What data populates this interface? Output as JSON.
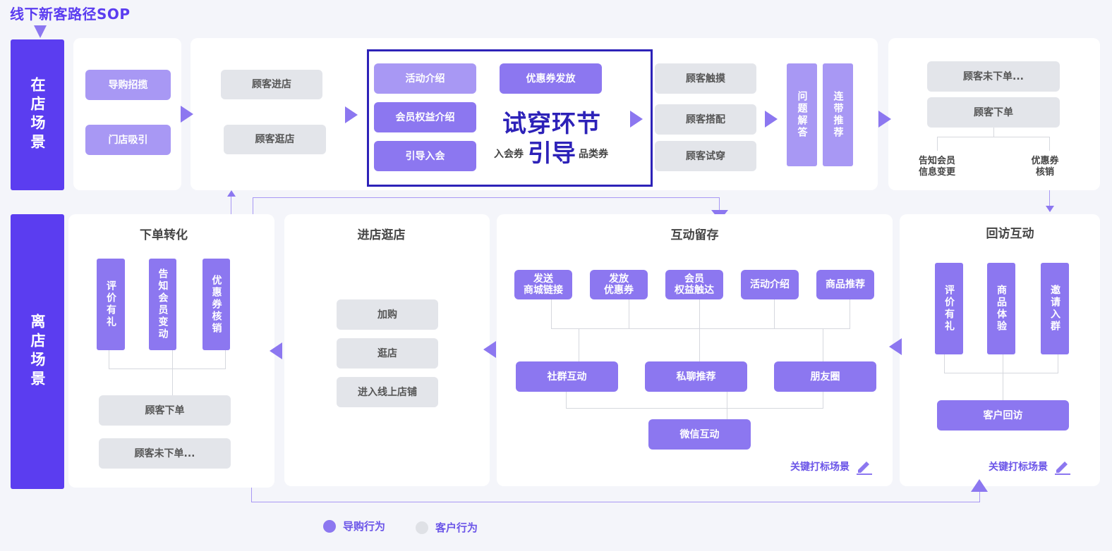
{
  "title": "线下新客路径SOP",
  "sidebar": {
    "in_store": "在店场景",
    "off_store": "离店场景"
  },
  "top": {
    "p1": [
      "导购招揽",
      "门店吸引"
    ],
    "p2": [
      "顾客进店",
      "顾客逛店"
    ],
    "trial": {
      "left": [
        "活动介绍",
        "会员权益介绍",
        "引导入会"
      ],
      "coupon": "优惠券发放",
      "big1": "试穿环节",
      "big2": "引导",
      "left_small": "入会券",
      "right_small": "品类券"
    },
    "p3": [
      "顾客触摸",
      "顾客搭配",
      "顾客试穿"
    ],
    "p4": [
      "问题解答",
      "连带推荐"
    ],
    "p5": {
      "boxes": [
        "顾客未下单...",
        "顾客下单"
      ],
      "labels": [
        "告知会员\n信息变更",
        "优惠券\n核销"
      ]
    }
  },
  "bottom": {
    "order": {
      "title": "下单转化",
      "verticals": [
        "评价有礼",
        "告知会员变动",
        "优惠券核销"
      ],
      "boxes": [
        "顾客下单",
        "顾客未下单..."
      ]
    },
    "browse": {
      "title": "进店逛店",
      "boxes": [
        "加购",
        "逛店",
        "进入线上店铺"
      ]
    },
    "interact": {
      "title": "互动留存",
      "row1": [
        "发送\n商城链接",
        "发放\n优惠券",
        "会员\n权益触达",
        "活动介绍",
        "商品推荐"
      ],
      "row2": [
        "社群互动",
        "私聊推荐",
        "朋友圈"
      ],
      "row3": "微信互动",
      "key": "关键打标场景"
    },
    "revisit": {
      "title": "回访互动",
      "verticals": [
        "评价有礼",
        "商品体验",
        "邀请入群"
      ],
      "box": "客户回访",
      "key": "关键打标场景"
    }
  },
  "legend": {
    "guide": "导购行为",
    "customer": "客户行为"
  },
  "colors": {
    "accent": "#5b3df0",
    "purple": "#8c77f0",
    "grey": "#e3e5ea"
  }
}
